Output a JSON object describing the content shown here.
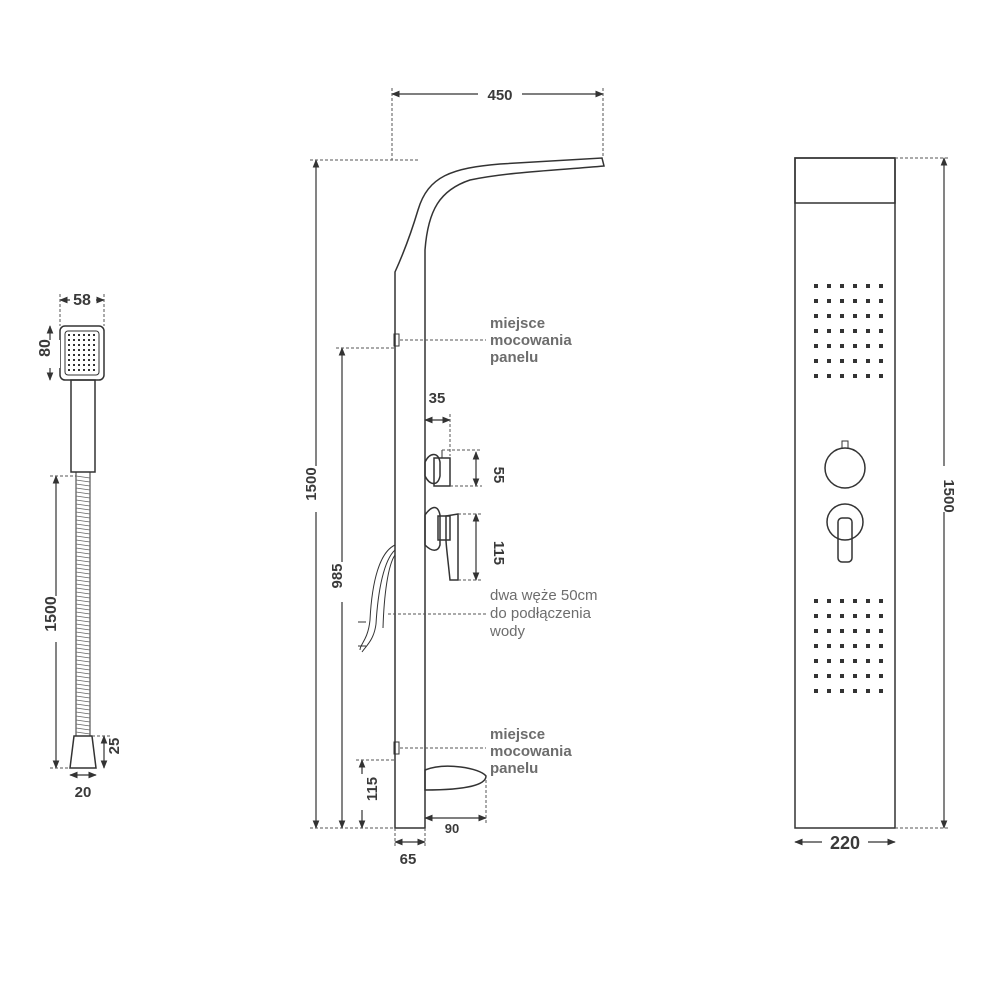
{
  "hand_shower": {
    "width_label": "58",
    "head_height_label": "80",
    "hose_length_label": "1500",
    "fitting_height_label": "25",
    "fitting_width_label": "20"
  },
  "side_view": {
    "overhang_label": "450",
    "total_height_label": "1500",
    "mount_height_label": "985",
    "knob_offset_label": "35",
    "knob_height_label": "55",
    "lever_height_label": "115",
    "spout_height_label": "115",
    "spout_width_label": "90",
    "depth_label": "65",
    "mount_note_top": [
      "miejsce",
      "mocowania",
      "panelu"
    ],
    "mount_note_bottom": [
      "miejsce",
      "mocowania",
      "panelu"
    ],
    "hose_note": [
      "dwa węże 50cm",
      "do podłączenia",
      "wody"
    ]
  },
  "front_view": {
    "width_label": "220",
    "height_label": "1500"
  }
}
